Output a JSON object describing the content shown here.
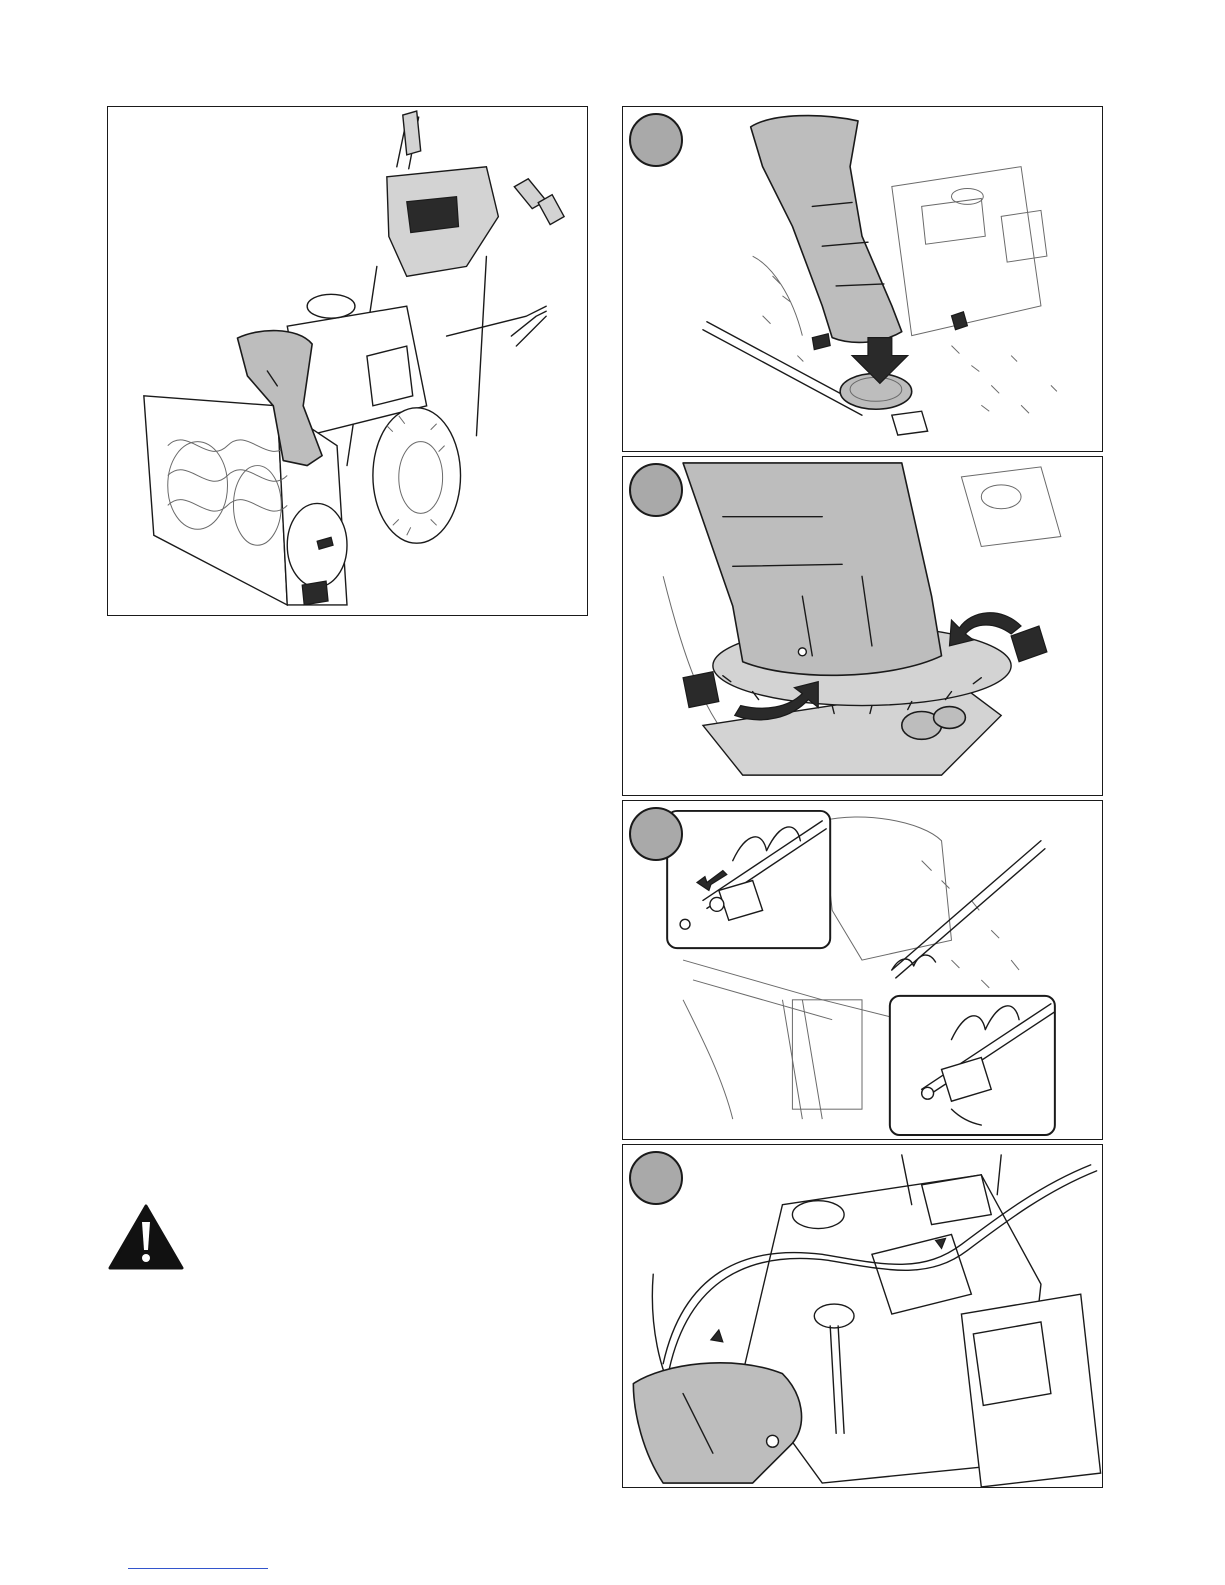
{
  "figures": {
    "overview": {
      "icon": "snowblower-overview-illustration"
    },
    "steps": [
      {
        "number": "",
        "icon": "chute-placement-illustration"
      },
      {
        "number": "",
        "icon": "chute-flange-clamp-illustration"
      },
      {
        "number": "",
        "icon": "spiral-rod-pin-illustration"
      },
      {
        "number": "",
        "icon": "cable-routing-illustration"
      }
    ]
  },
  "warning": {
    "icon": "warning-triangle-icon"
  },
  "colors": {
    "line": "#1a1a1a",
    "chute_fill": "#bdbdbd",
    "badge_fill": "#a9a9a9",
    "link": "#3355cc"
  }
}
